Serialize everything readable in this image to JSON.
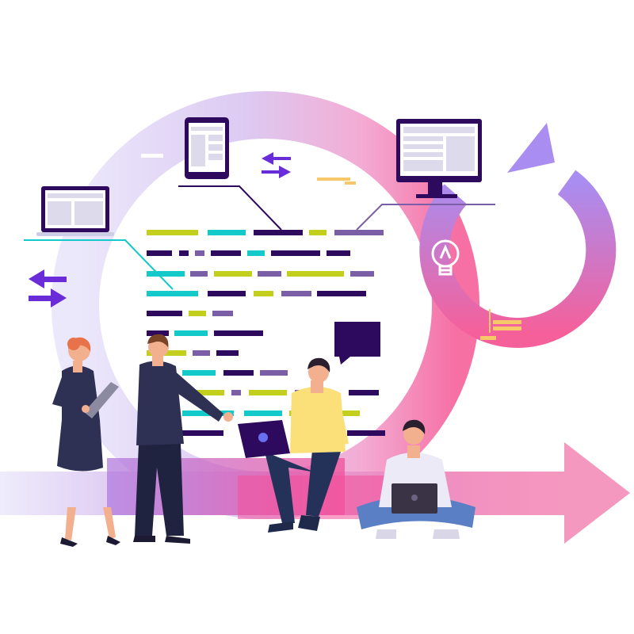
{
  "illustration": {
    "theme": "agile-development-cycle",
    "colors": {
      "purple": "#6a2bd9",
      "deep_purple": "#2d0a5e",
      "pink": "#f5609a",
      "lavender": "#b9a6f2",
      "teal": "#14c9c9",
      "lime": "#c3cf1d",
      "muted_purple": "#7b5fa6",
      "yellow_shirt": "#fbe07a",
      "navy_suit": "#2e3154"
    },
    "devices": [
      "laptop-icon",
      "tablet-icon",
      "monitor-icon"
    ],
    "people": [
      "woman-with-tablet",
      "man-pointing",
      "man-sitting-with-laptop",
      "man-cross-legged-with-laptop"
    ]
  }
}
